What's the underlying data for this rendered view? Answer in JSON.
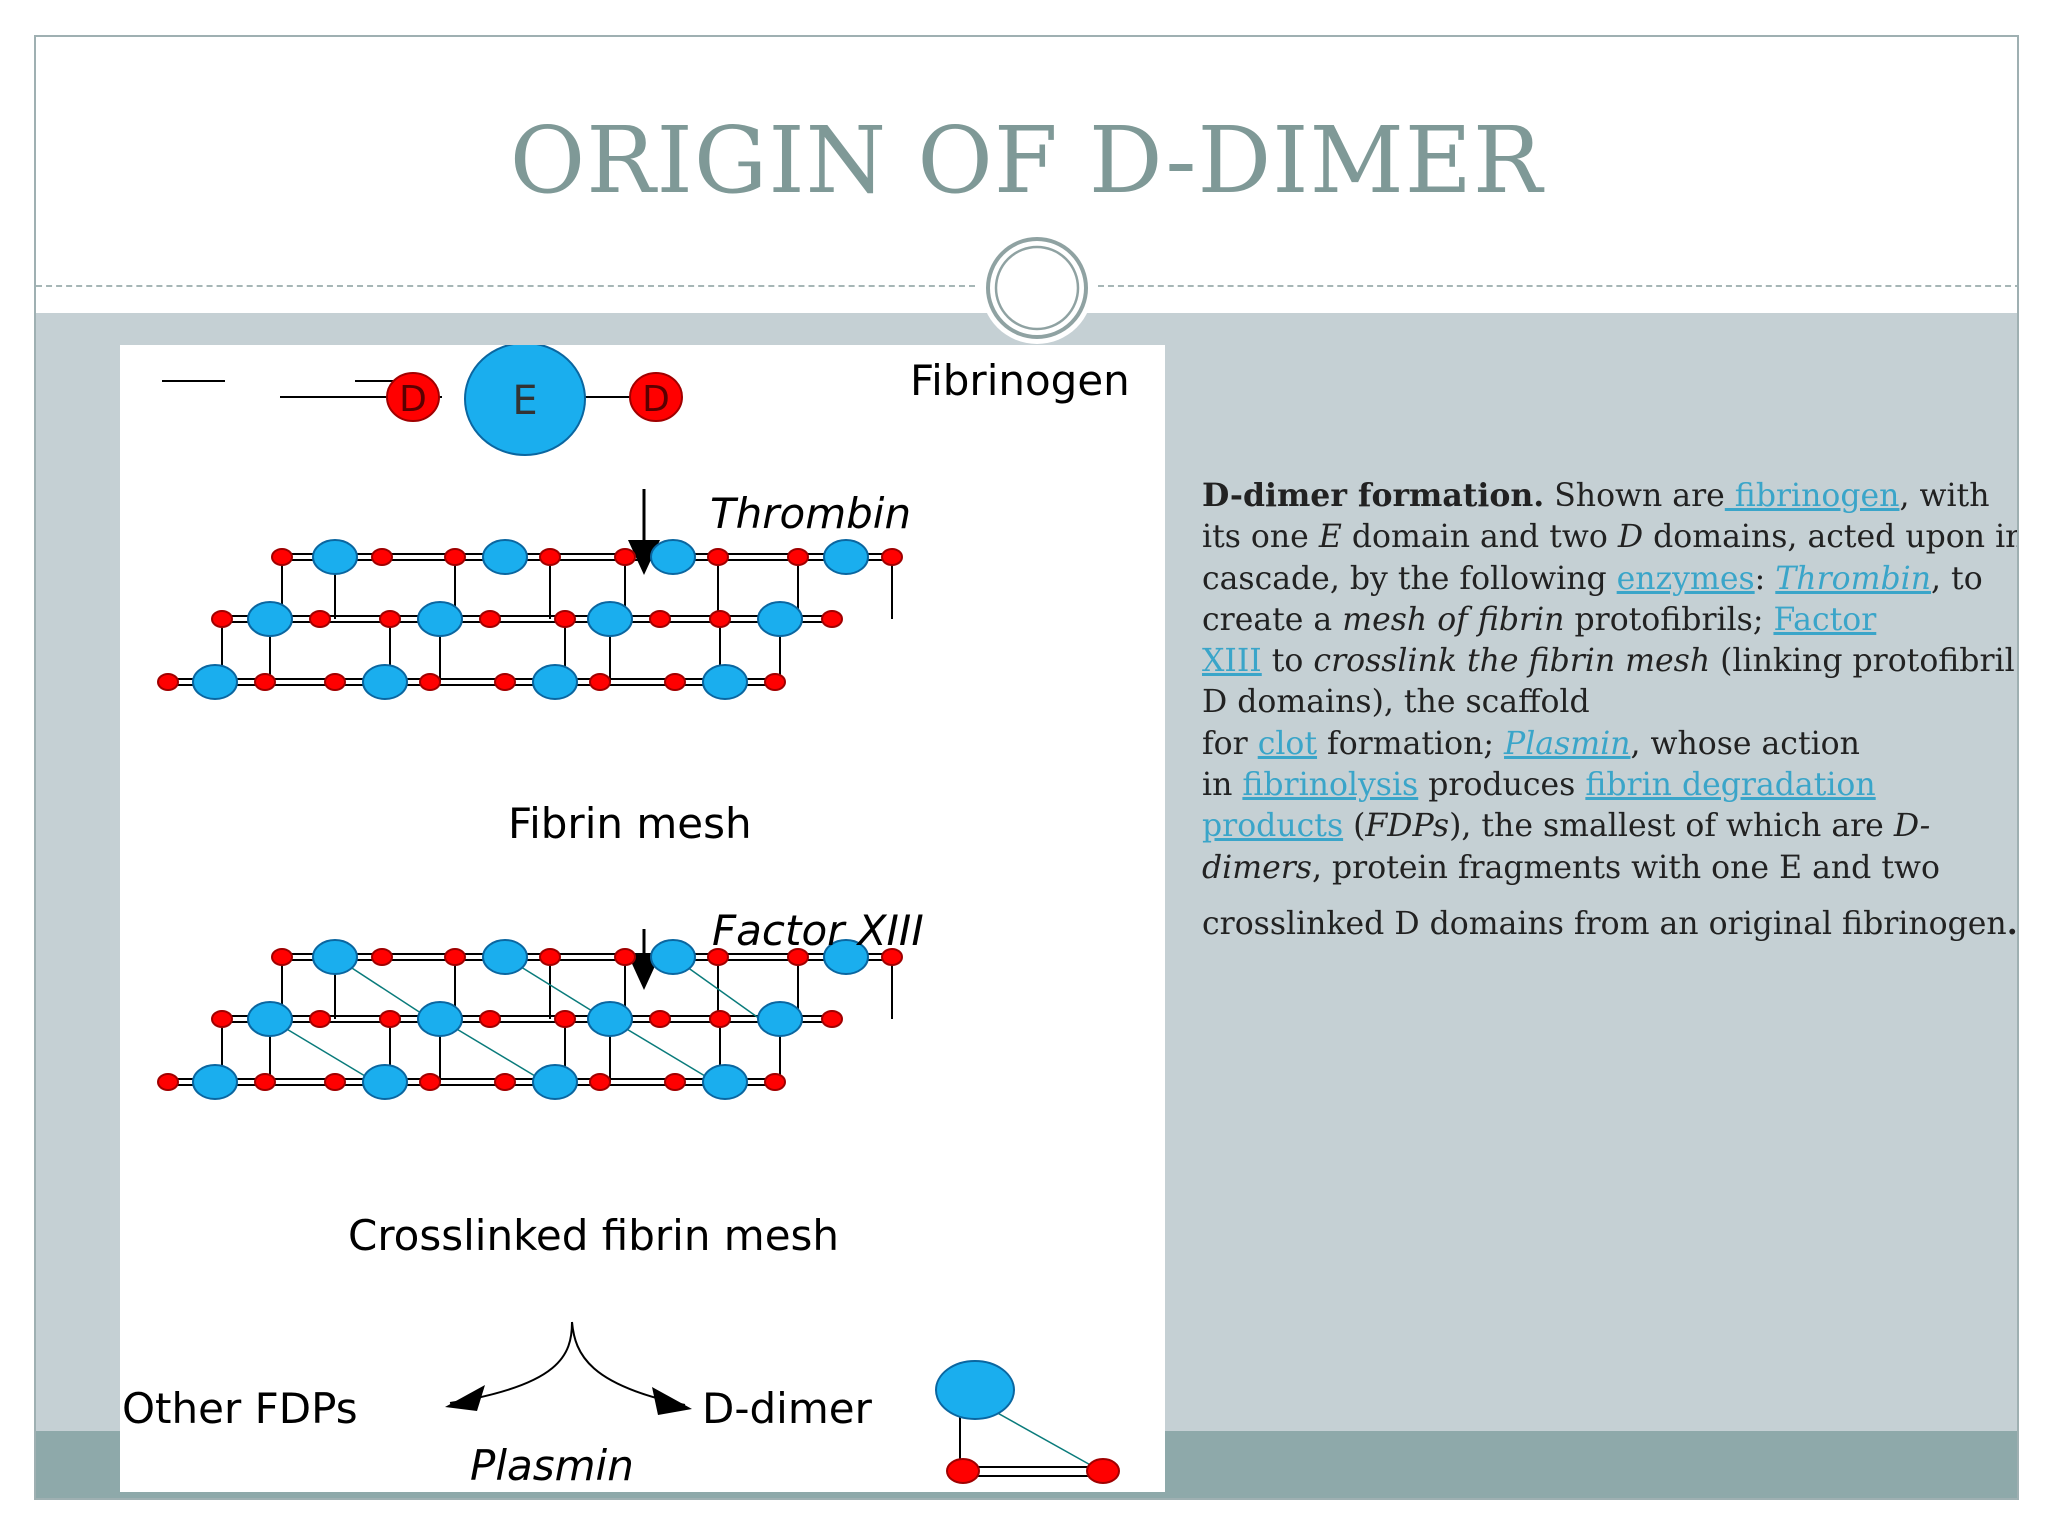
{
  "slide": {
    "title": "ORIGIN OF D-DIMER",
    "colors": {
      "title": "#7f9997",
      "content_bg": "#c5d0d4",
      "footer": "#8ea9aa",
      "link": "#3aa5c9",
      "d_domain": "#ff0000",
      "e_domain": "#1aaeee"
    }
  },
  "diagram": {
    "icon": "fibrin-formation-diagram",
    "fibrinogen_label": "Fibrinogen",
    "d_letter": "D",
    "e_letter": "E",
    "thrombin_label": "Thrombin",
    "fibrin_mesh_label": "Fibrin mesh",
    "factor_label": "Factor XIII",
    "crosslinked_label": "Crosslinked fibrin mesh",
    "other_fdps_label": "Other FDPs",
    "ddimer_label": "D-dimer",
    "plasmin_label": "Plasmin"
  },
  "description": {
    "heading": "D-dimer formation.",
    "t1": " Shown are",
    "link_fibrinogen": " fibrinogen",
    "t2": ", with",
    "t3": "its one ",
    "e_italic": "E",
    "t4": " domain and two ",
    "d_italic": "D",
    "t5": " domains, acted upon in",
    "t6": "cascade, by the following ",
    "link_enzymes": "enzymes",
    "t7": ": ",
    "link_thrombin": "Thrombin",
    "t8": ", to",
    "t9": "create a ",
    "mesh_italic": "mesh of fibrin",
    "t10": " protofibrils; ",
    "link_factor": "Factor",
    "link_xiii": "XIII",
    "t11": " to ",
    "crosslink_italic": "crosslink the fibrin mesh",
    "t12": " (linking protofibril",
    "t13": "D domains), the scaffold",
    "t14": "for ",
    "link_clot": "clot",
    "t15": " formation; ",
    "link_plasmin": "Plasmin",
    "t16": ", whose action",
    "t17": "in ",
    "link_fibrinolysis": "fibrinolysis",
    "t18": " produces ",
    "link_fdp1": "fibrin degradation",
    "link_fdp2": "products",
    "t19": " (",
    "fdps_italic": "FDPs",
    "t20": "), the smallest of which are ",
    "d_dash_italic": "D-",
    "dimers_italic": "dimers",
    "t21": ", protein fragments with one E and two",
    "t22": "crosslinked D domains from an original fibrinogen",
    "t23": "."
  }
}
